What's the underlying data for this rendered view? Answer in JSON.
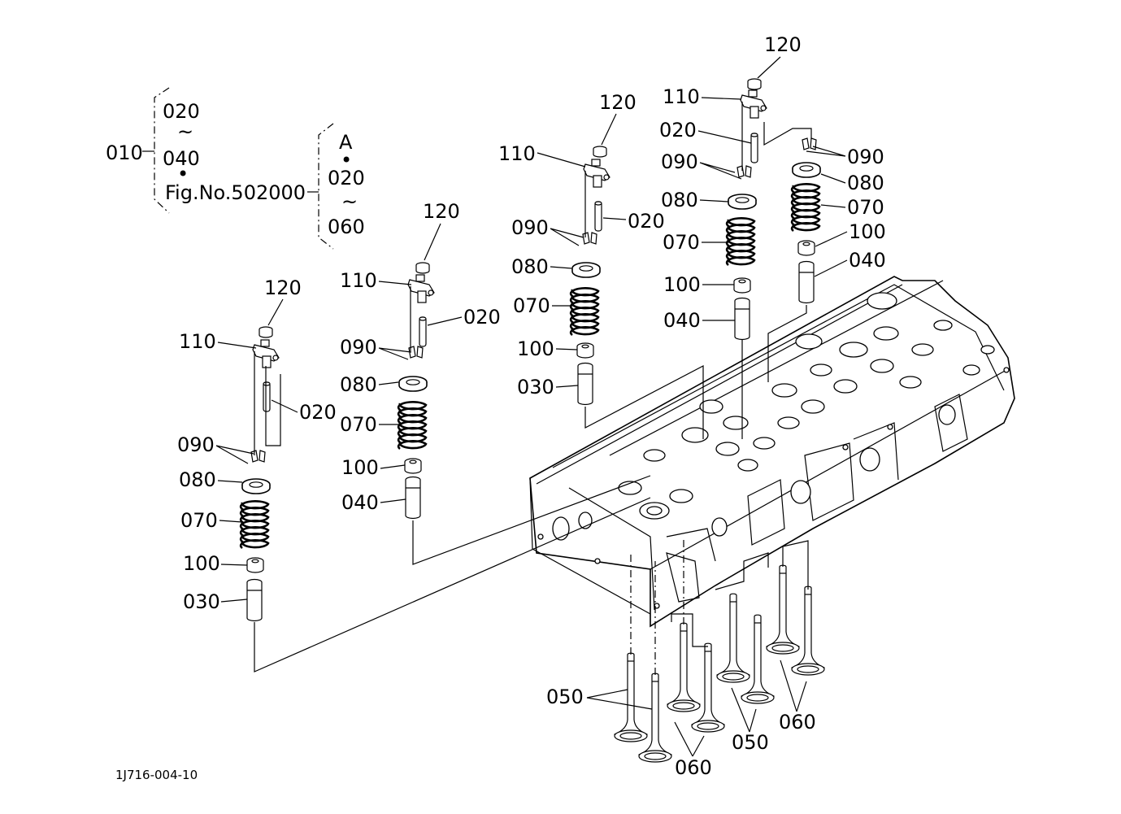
{
  "figure_code": "1J716-004-10",
  "reference_block": {
    "group_label": "010",
    "items": [
      "020",
      "~",
      "040",
      "•",
      "Fig.No.502000"
    ],
    "sub_items": [
      "A",
      "•",
      "020",
      "~",
      "060"
    ]
  },
  "callouts": {
    "part_120": "120",
    "part_110": "110",
    "part_020": "020",
    "part_090": "090",
    "part_080": "080",
    "part_070": "070",
    "part_100": "100",
    "part_030": "030",
    "part_040": "040",
    "part_050": "050",
    "part_060": "060"
  }
}
